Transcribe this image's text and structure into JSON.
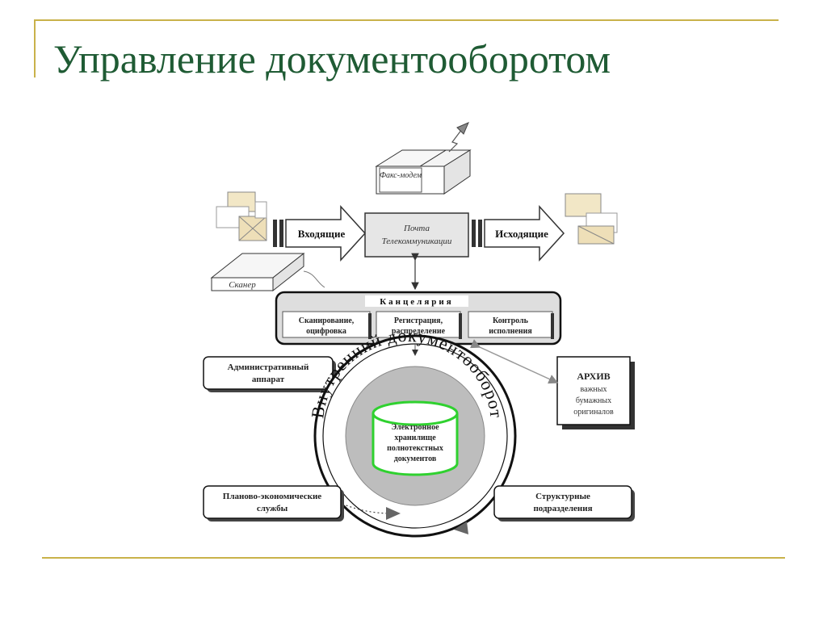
{
  "slide": {
    "title": "Управление документооборотом"
  },
  "diagram": {
    "fax_modem": "Факс-модем",
    "scanner": "Сканер",
    "incoming": "Входящие",
    "post": [
      "Почта",
      "Телекоммуникации"
    ],
    "outgoing": "Исходящие",
    "office_title": "Канцелярия",
    "office_boxes": [
      [
        "Сканирование,",
        "оцифровка"
      ],
      [
        "Регистрация,",
        "распределение"
      ],
      [
        "Контроль",
        "исполнения"
      ]
    ],
    "admin": [
      "Административный",
      "аппарат"
    ],
    "archive": [
      "АРХИВ",
      "важных",
      "бумажных",
      "оригиналов"
    ],
    "storage": [
      "Электронное",
      "хранилище",
      "полнотекстных",
      "документов"
    ],
    "planning": [
      "Планово-экономические",
      "службы"
    ],
    "structural": [
      "Структурные",
      "подразделения"
    ],
    "ring_text": "Внутренний документооборот"
  }
}
